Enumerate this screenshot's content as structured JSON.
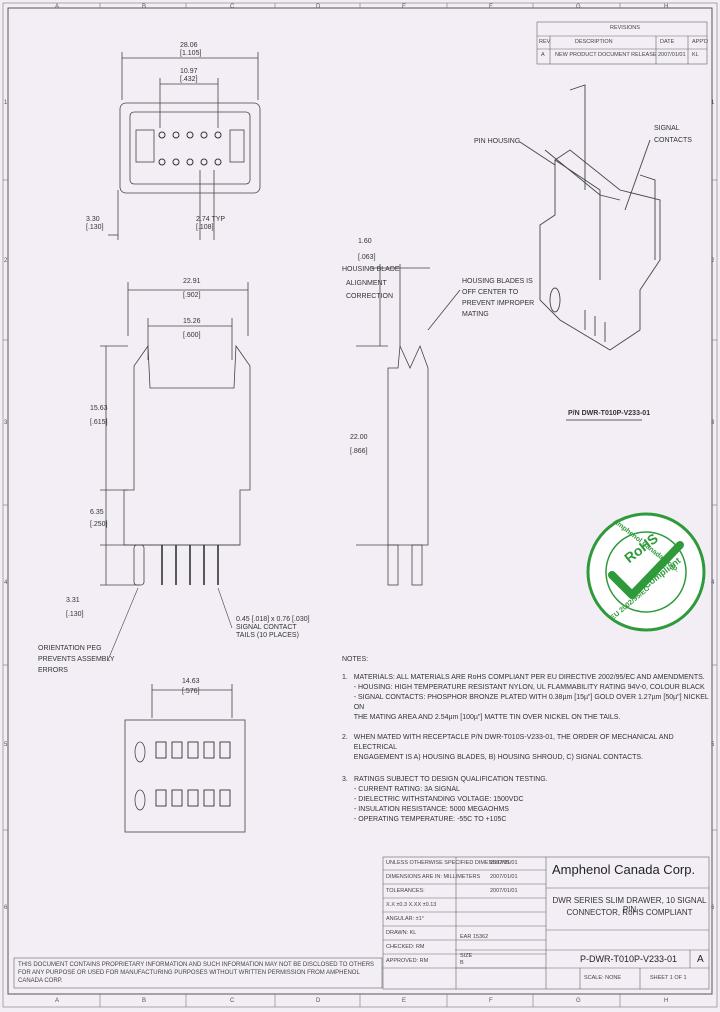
{
  "border": {
    "top_zones": [
      "A",
      "B",
      "C",
      "D",
      "E",
      "F",
      "G",
      "H"
    ],
    "bottom_zones": [
      "A",
      "B",
      "C",
      "D",
      "E",
      "F",
      "G",
      "H"
    ],
    "left_zones": [
      "1",
      "2",
      "3",
      "4",
      "5",
      "6"
    ],
    "right_zones": [
      "1",
      "2",
      "3",
      "4",
      "5",
      "6"
    ]
  },
  "revision_block": {
    "title": "REVISIONS",
    "headers": [
      "REV",
      "DESCRIPTION",
      "DATE",
      "APP'D"
    ],
    "rows": [
      [
        "A",
        "NEW PRODUCT DOCUMENT RELEASE",
        "2007/01/01",
        "KL"
      ]
    ]
  },
  "views": {
    "top": {
      "dim_overall": "28.06",
      "dim_overall_in": "[1.105]",
      "dim_pitch": "10.97",
      "dim_pitch_in": "[.432]",
      "dim_left": "3.30",
      "dim_left_in": "[.130]",
      "dim_typ": "2.74 TYP",
      "dim_typ_in": "[.108]"
    },
    "front": {
      "dim_width": "22.91",
      "dim_width_in": "[.902]",
      "dim_inner": "15.26",
      "dim_inner_in": "[.600]",
      "dim_height": "15.63",
      "dim_height_in": "[.615]",
      "dim_lower": "6.35",
      "dim_lower_in": "[.250]",
      "dim_peg": "3.31",
      "dim_peg_in": "[.130]",
      "tail_label": "0.45 [.018] x 0.76 [.030]",
      "tail_label2": "SIGNAL CONTACT",
      "tail_label3": "TAILS (10 PLACES)",
      "peg_label": "ORIENTATION PEG",
      "peg_label2": "PREVENTS ASSEMBLY",
      "peg_label3": "ERRORS"
    },
    "side": {
      "dim_offset": "1.60",
      "dim_offset_in": "[.063]",
      "offset_label": "HOUSING BLADE",
      "offset_label2": "ALIGNMENT",
      "offset_label3": "CORRECTION",
      "blades_label": "HOUSING BLADES IS",
      "blades_label2": "OFF CENTER TO",
      "blades_label3": "PREVENT IMPROPER",
      "blades_label4": "MATING",
      "dim_height": "22.00",
      "dim_height_in": "[.866]"
    },
    "bottom": {
      "dim_width": "14.63",
      "dim_width_in": "[.576]"
    },
    "iso": {
      "pin_housing": "PIN HOUSING",
      "signal": "SIGNAL",
      "contacts": "CONTACTS",
      "part_caption": "P/N DWR-T010P-V233-01"
    }
  },
  "notes": {
    "heading": "NOTES:",
    "items": [
      {
        "n": "1.",
        "lines": [
          "MATERIALS: ALL MATERIALS ARE RoHS COMPLIANT PER EU DIRECTIVE 2002/95/EC AND AMENDMENTS.",
          "- HOUSING: HIGH TEMPERATURE RESISTANT NYLON, UL FLAMMABILITY RATING 94V-0, COLOUR BLACK",
          "- SIGNAL CONTACTS: PHOSPHOR BRONZE PLATED WITH 0.38µm [15µ\"] GOLD OVER 1.27µm [50µ\"] NICKEL ON",
          "THE MATING AREA AND 2.54µm [100µ\"] MATTE TIN OVER NICKEL ON THE TAILS."
        ]
      },
      {
        "n": "2.",
        "lines": [
          "WHEN MATED WITH RECEPTACLE P/N DWR-T010S-V233-01, THE ORDER OF MECHANICAL AND ELECTRICAL",
          "ENGAGEMENT IS A) HOUSING BLADES, B) HOUSING SHROUD, C) SIGNAL CONTACTS."
        ]
      },
      {
        "n": "3.",
        "lines": [
          "RATINGS SUBJECT TO DESIGN QUALIFICATION TESTING.",
          "- CURRENT RATING: 3A SIGNAL",
          "- DIELECTRIC WITHSTANDING VOLTAGE: 1500VDC",
          "- INSULATION RESISTANCE: 5000 MEGAOHMS",
          "- OPERATING TEMPERATURE: -55C TO +105C"
        ]
      }
    ]
  },
  "rohs_seal": {
    "ring_top": "Amphenol Canada Corp.",
    "center": "RoHS",
    "center2": "Compliant",
    "ring_bottom": "EU 2002/95/EC",
    "color": "#2e9a3a"
  },
  "title_block": {
    "company": "Amphenol Canada Corp.",
    "title_line1": "DWR SERIES SLIM DRAWER, 10 SIGNAL PIN",
    "title_line2": "CONNECTOR, RoHS COMPLIANT",
    "part_number": "P-DWR-T010P-V233-01",
    "rev": "A",
    "scale": "SCALE: NONE",
    "sheet": "SHEET 1 OF 1",
    "rows": [
      "UNLESS OTHERWISE SPECIFIED DIMENSIONS",
      "DIMENSIONS ARE IN: MILLIMETERS",
      "TOLERANCES:",
      "X.X ±0.3   X.XX ±0.13",
      "ANGULAR: ±1°",
      "DRAWN: KL",
      "CHECKED: RM",
      "APPROVED: RM"
    ],
    "date_cells": [
      "2007/01/01",
      "2007/01/01",
      "2007/01/01"
    ],
    "size_label": "SIZE",
    "size": "B",
    "format": "EAR 15362"
  },
  "disclaimer": "THIS DOCUMENT CONTAINS PROPRIETARY INFORMATION AND SUCH INFORMATION MAY NOT BE DISCLOSED TO OTHERS FOR ANY PURPOSE OR USED FOR MANUFACTURING PURPOSES WITHOUT WRITTEN PERMISSION FROM AMPHENOL CANADA CORP."
}
